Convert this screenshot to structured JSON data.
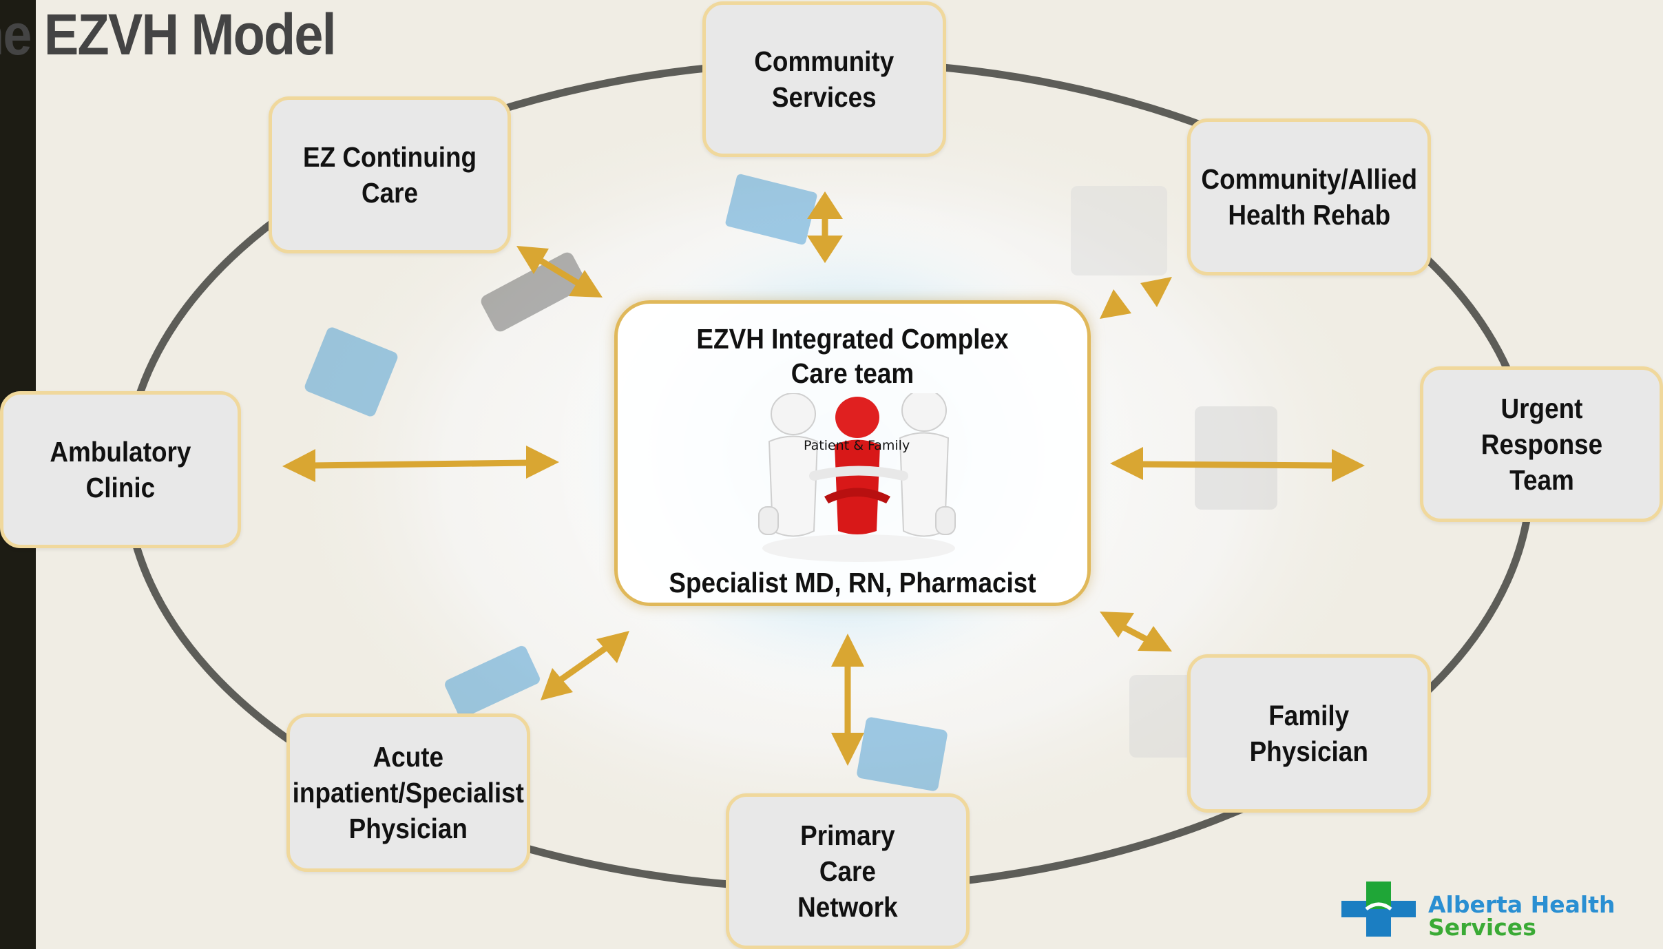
{
  "title": "he EZVH Model",
  "center": {
    "title": "EZVH Integrated Complex\nCare team",
    "figure_label": "Patient & Family",
    "subtitle": "Specialist MD, RN, Pharmacist"
  },
  "nodes": {
    "community_services": "Community\nServices",
    "ez_continuing_care": "EZ Continuing\nCare",
    "community_allied": "Community/Allied\nHealth Rehab",
    "ambulatory_clinic": "Ambulatory\nClinic",
    "urgent_response": "Urgent\nResponse\nTeam",
    "acute_inpatient": "Acute\ninpatient/Specialist\nPhysician",
    "primary_care": "Primary\nCare\nNetwork",
    "family_physician": "Family\nPhysician"
  },
  "logo": {
    "line1": "Alberta Health",
    "line2": "Services"
  },
  "colors": {
    "background": "#f0ede4",
    "ellipse": "#5d5d58",
    "arrow": "#d9a632",
    "node_fill": "#e8e8e8",
    "node_border": "#f0d89c",
    "patient_figure": "#e02020",
    "logo_blue": "#1b7ec2",
    "logo_green": "#1fa637"
  }
}
